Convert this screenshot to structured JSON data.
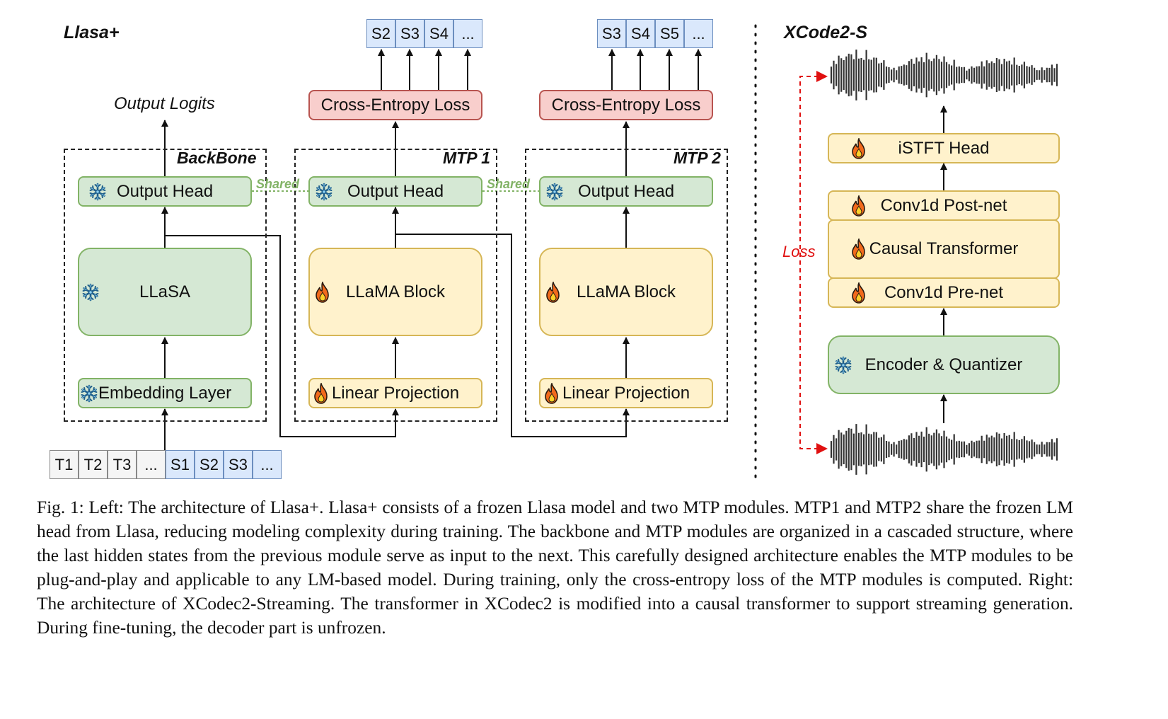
{
  "left": {
    "title": "Llasa+",
    "output_logits": "Output Logits",
    "shared": "Shared",
    "backbone": {
      "label": "BackBone",
      "output_head": "Output Head",
      "llasa": "LLaSA",
      "embedding": "Embedding Layer"
    },
    "mtp1": {
      "label": "MTP 1",
      "loss": "Cross-Entropy Loss",
      "output_head": "Output Head",
      "block": "LLaMA Block",
      "projection": "Linear Projection",
      "targets": [
        "S2",
        "S3",
        "S4",
        "..."
      ]
    },
    "mtp2": {
      "label": "MTP 2",
      "loss": "Cross-Entropy Loss",
      "output_head": "Output Head",
      "block": "LLaMA Block",
      "projection": "Linear Projection",
      "targets": [
        "S3",
        "S4",
        "S5",
        "..."
      ]
    },
    "input_tokens": [
      "T1",
      "T2",
      "T3",
      "...",
      "S1",
      "S2",
      "S3",
      "..."
    ]
  },
  "right": {
    "title": "XCode2-S",
    "loss": "Loss",
    "istft": "iSTFT Head",
    "postnet": "Conv1d Post-net",
    "causal": "Causal Transformer",
    "prenet": "Conv1d Pre-net",
    "encoder": "Encoder & Quantizer"
  },
  "caption": "Fig. 1: Left: The architecture of Llasa+. Llasa+ consists of a frozen Llasa model and two MTP modules. MTP1 and MTP2 share the frozen LM head from Llasa, reducing modeling complexity during training. The backbone and MTP modules are organized in a cascaded structure, where the last hidden states from the previous module serve as input to the next. This carefully designed architecture enables the MTP modules to be plug-and-play and applicable to any LM-based model. During training, only the cross-entropy loss of the MTP modules is computed. Right: The architecture of XCodec2-Streaming. The transformer in XCodec2 is modified into a causal transformer to support streaming generation. During fine-tuning, the decoder part is unfrozen.",
  "colors": {
    "green_fill": "#d5e8d4",
    "green_stroke": "#82b366",
    "yellow_fill": "#fff2cc",
    "yellow_stroke": "#d6b656",
    "red_fill": "#f8cecc",
    "red_stroke": "#b85450",
    "token_blue": "#dae8fc",
    "loss_arrow": "#e01010"
  },
  "icons": {
    "frozen": "snowflake-icon",
    "trainable": "flame-icon"
  }
}
